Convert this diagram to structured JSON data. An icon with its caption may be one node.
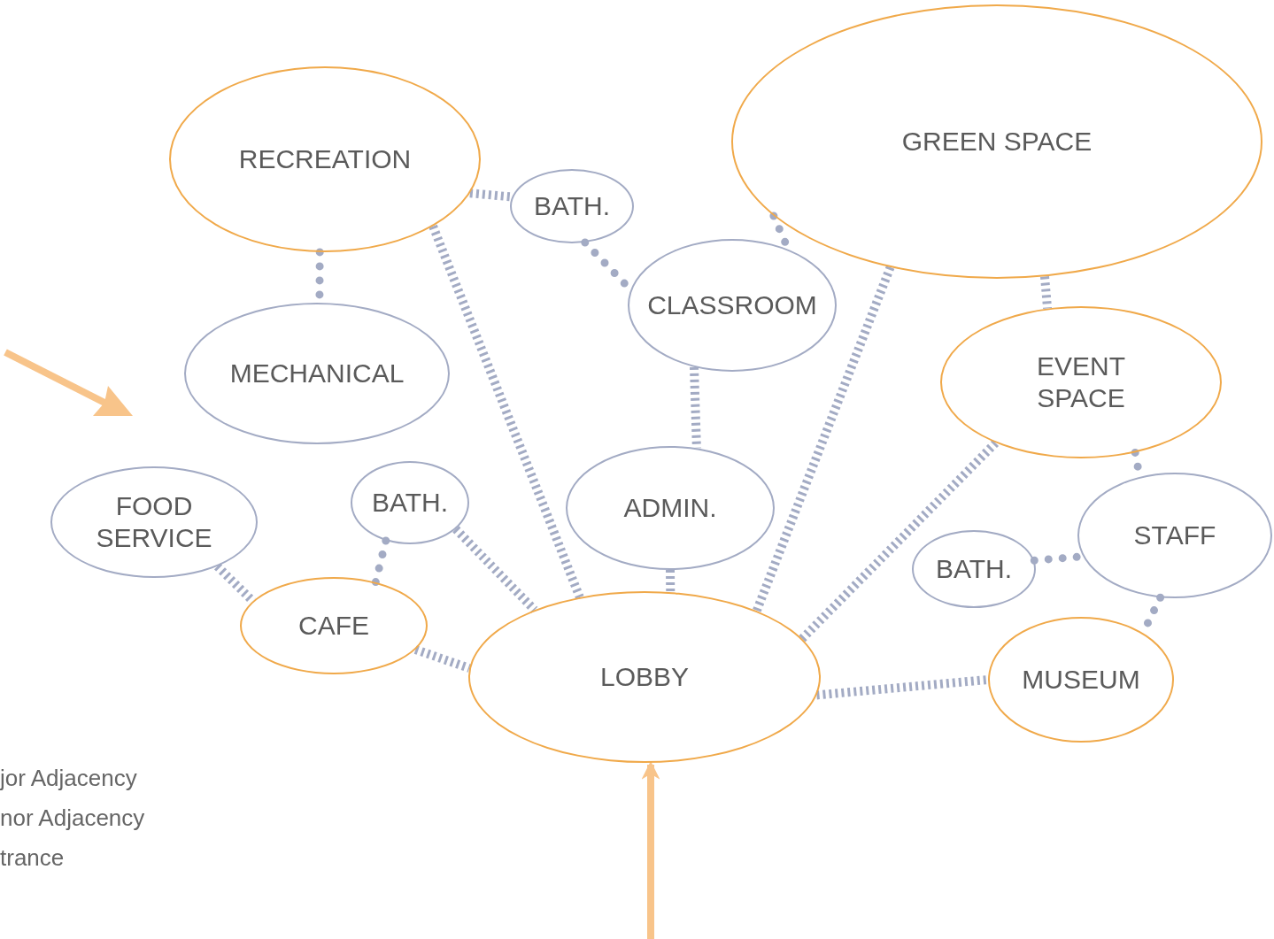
{
  "diagram": {
    "nodes": [
      {
        "text": [
          "RECREATION"
        ]
      },
      {
        "text": [
          "BATH."
        ]
      },
      {
        "text": [
          "GREEN SPACE"
        ]
      },
      {
        "text": [
          "CLASSROOM"
        ]
      },
      {
        "text": [
          "MECHANICAL"
        ]
      },
      {
        "text": [
          "EVENT SPACE"
        ]
      },
      {
        "text": [
          "FOOD SERVICE"
        ]
      },
      {
        "text": [
          "BATH."
        ]
      },
      {
        "text": [
          "ADMIN."
        ]
      },
      {
        "text": [
          "STAFF"
        ]
      },
      {
        "text": [
          "BATH."
        ]
      },
      {
        "text": [
          "CAFE"
        ]
      },
      {
        "text": [
          "LOBBY"
        ]
      },
      {
        "text": [
          "MUSEUM"
        ]
      }
    ],
    "edges": [
      {
        "from": 0,
        "to": 1,
        "arrow": "none",
        "style": "dashed"
      },
      {
        "from": 0,
        "to": 12,
        "arrow": "none",
        "style": "dashed"
      },
      {
        "from": 0,
        "to": 4,
        "arrow": "none",
        "style": "dashed"
      },
      {
        "from": 1,
        "to": 3,
        "arrow": "none",
        "style": "dashed"
      },
      {
        "from": 2,
        "to": 3,
        "arrow": "none",
        "style": "dashed"
      },
      {
        "from": 2,
        "to": 12,
        "arrow": "none",
        "style": "dashed"
      },
      {
        "from": 2,
        "to": 5,
        "arrow": "none",
        "style": "dashed"
      },
      {
        "from": 3,
        "to": 8,
        "arrow": "none",
        "style": "dashed"
      },
      {
        "from": 8,
        "to": 12,
        "arrow": "none",
        "style": "dashed"
      },
      {
        "from": 5,
        "to": 12,
        "arrow": "none",
        "style": "dashed"
      },
      {
        "from": 5,
        "to": 9,
        "arrow": "none",
        "style": "dashed"
      },
      {
        "from": 10,
        "to": 9,
        "arrow": "none",
        "style": "dashed"
      },
      {
        "from": 9,
        "to": 13,
        "arrow": "none",
        "style": "dashed"
      },
      {
        "from": 6,
        "to": 11,
        "arrow": "none",
        "style": "dashed"
      },
      {
        "from": 7,
        "to": 11,
        "arrow": "none",
        "style": "dashed"
      },
      {
        "from": 7,
        "to": 12,
        "arrow": "none",
        "style": "dashed"
      },
      {
        "from": 11,
        "to": 12,
        "arrow": "none",
        "style": "dashed"
      },
      {
        "from": 12,
        "to": 13,
        "arrow": "none",
        "style": "dashed"
      },
      {
        "from": null,
        "to": 12,
        "arrow": "to",
        "color": "#f8c48a"
      }
    ],
    "labels": [
      "jor Adjacency",
      "nor Adjacency",
      "trance"
    ]
  }
}
